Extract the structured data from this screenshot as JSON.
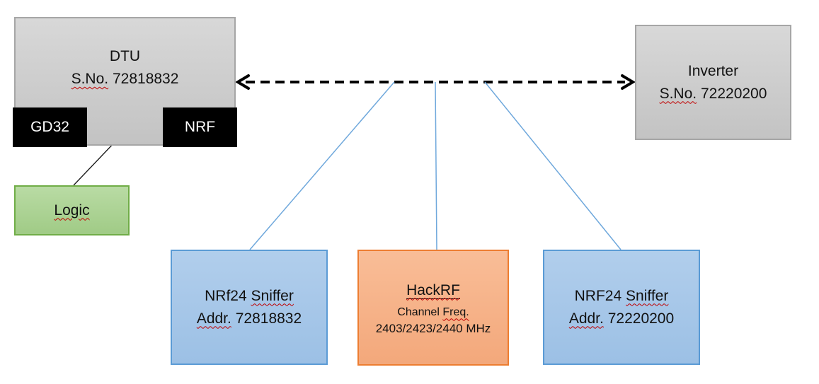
{
  "diagram": {
    "dtu": {
      "title": "DTU",
      "serial_label": "S.No.",
      "serial_value": "72818832"
    },
    "gd32": {
      "label": "GD32"
    },
    "nrf": {
      "label": "NRF"
    },
    "logic": {
      "label": "Logic"
    },
    "inverter": {
      "title": "Inverter",
      "serial_label": "S.No.",
      "serial_value": "72220200"
    },
    "sniffer_left": {
      "name": "NRf24",
      "type_word": "Sniffer",
      "addr_label": "Addr.",
      "addr_value": "72818832"
    },
    "hackrf": {
      "title": "HackRF",
      "channel_word": "Channel",
      "freq_word": "Freq.",
      "frequencies": "2403/2423/2440 MHz"
    },
    "sniffer_right": {
      "name": "NRF24",
      "type_word": "Sniffer",
      "addr_label": "Addr.",
      "addr_value": "72220200"
    }
  },
  "colors": {
    "device_gray_fill": "#cccccc",
    "device_gray_border": "#a6a6a6",
    "chip_black": "#000000",
    "chip_text_white": "#ffffff",
    "logic_green_fill": "#a9d18e",
    "logic_green_border": "#70ad47",
    "sniffer_blue_fill": "#a6c5e8",
    "sniffer_blue_border": "#5b9bd5",
    "hackrf_orange_fill": "#f6ae85",
    "hackrf_orange_border": "#ed7d31",
    "connector_blue": "#6fa8dc",
    "wireless_link_black": "#000000",
    "spellcheck_red": "#c00000"
  }
}
